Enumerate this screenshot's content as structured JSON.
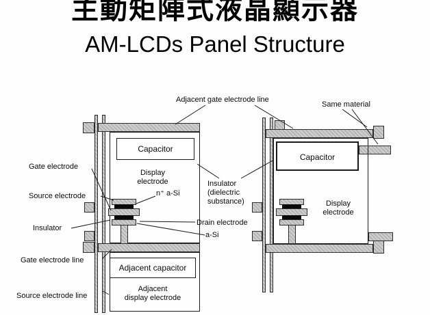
{
  "slide": {
    "title_zh": "主動矩陣式液晶顯示器",
    "title_en": "AM-LCDs Panel Structure"
  },
  "diagram": {
    "top_labels": {
      "adjacent_gate_electrode_line": "Adjacent gate electrode line",
      "same_material": "Same material"
    },
    "left_structure": {
      "capacitor": "Capacitor",
      "display_electrode": "Display\nelectrode",
      "adjacent_capacitor": "Adjacent capacitor",
      "adjacent_display_electrode": "Adjacent\ndisplay electrode"
    },
    "right_structure": {
      "capacitor": "Capacitor",
      "display_electrode": "Display\nelectrode"
    },
    "callouts": {
      "gate_electrode": "Gate electrode",
      "source_electrode": "Source electrode",
      "insulator": "Insulator",
      "n_plus_a_si": "n⁺ a-Si",
      "insulator_dielectric": "Insulator\n(dielectric\nsubstance)",
      "drain_electrode": "Drain electrode",
      "a_si": "a-Si",
      "gate_electrode_line": "Gate electrode line",
      "source_electrode_line": "Source electrode line"
    },
    "colors": {
      "ink": "#1a1a1a",
      "metal_fill": "#cccccc",
      "background": "#ffffff"
    }
  }
}
